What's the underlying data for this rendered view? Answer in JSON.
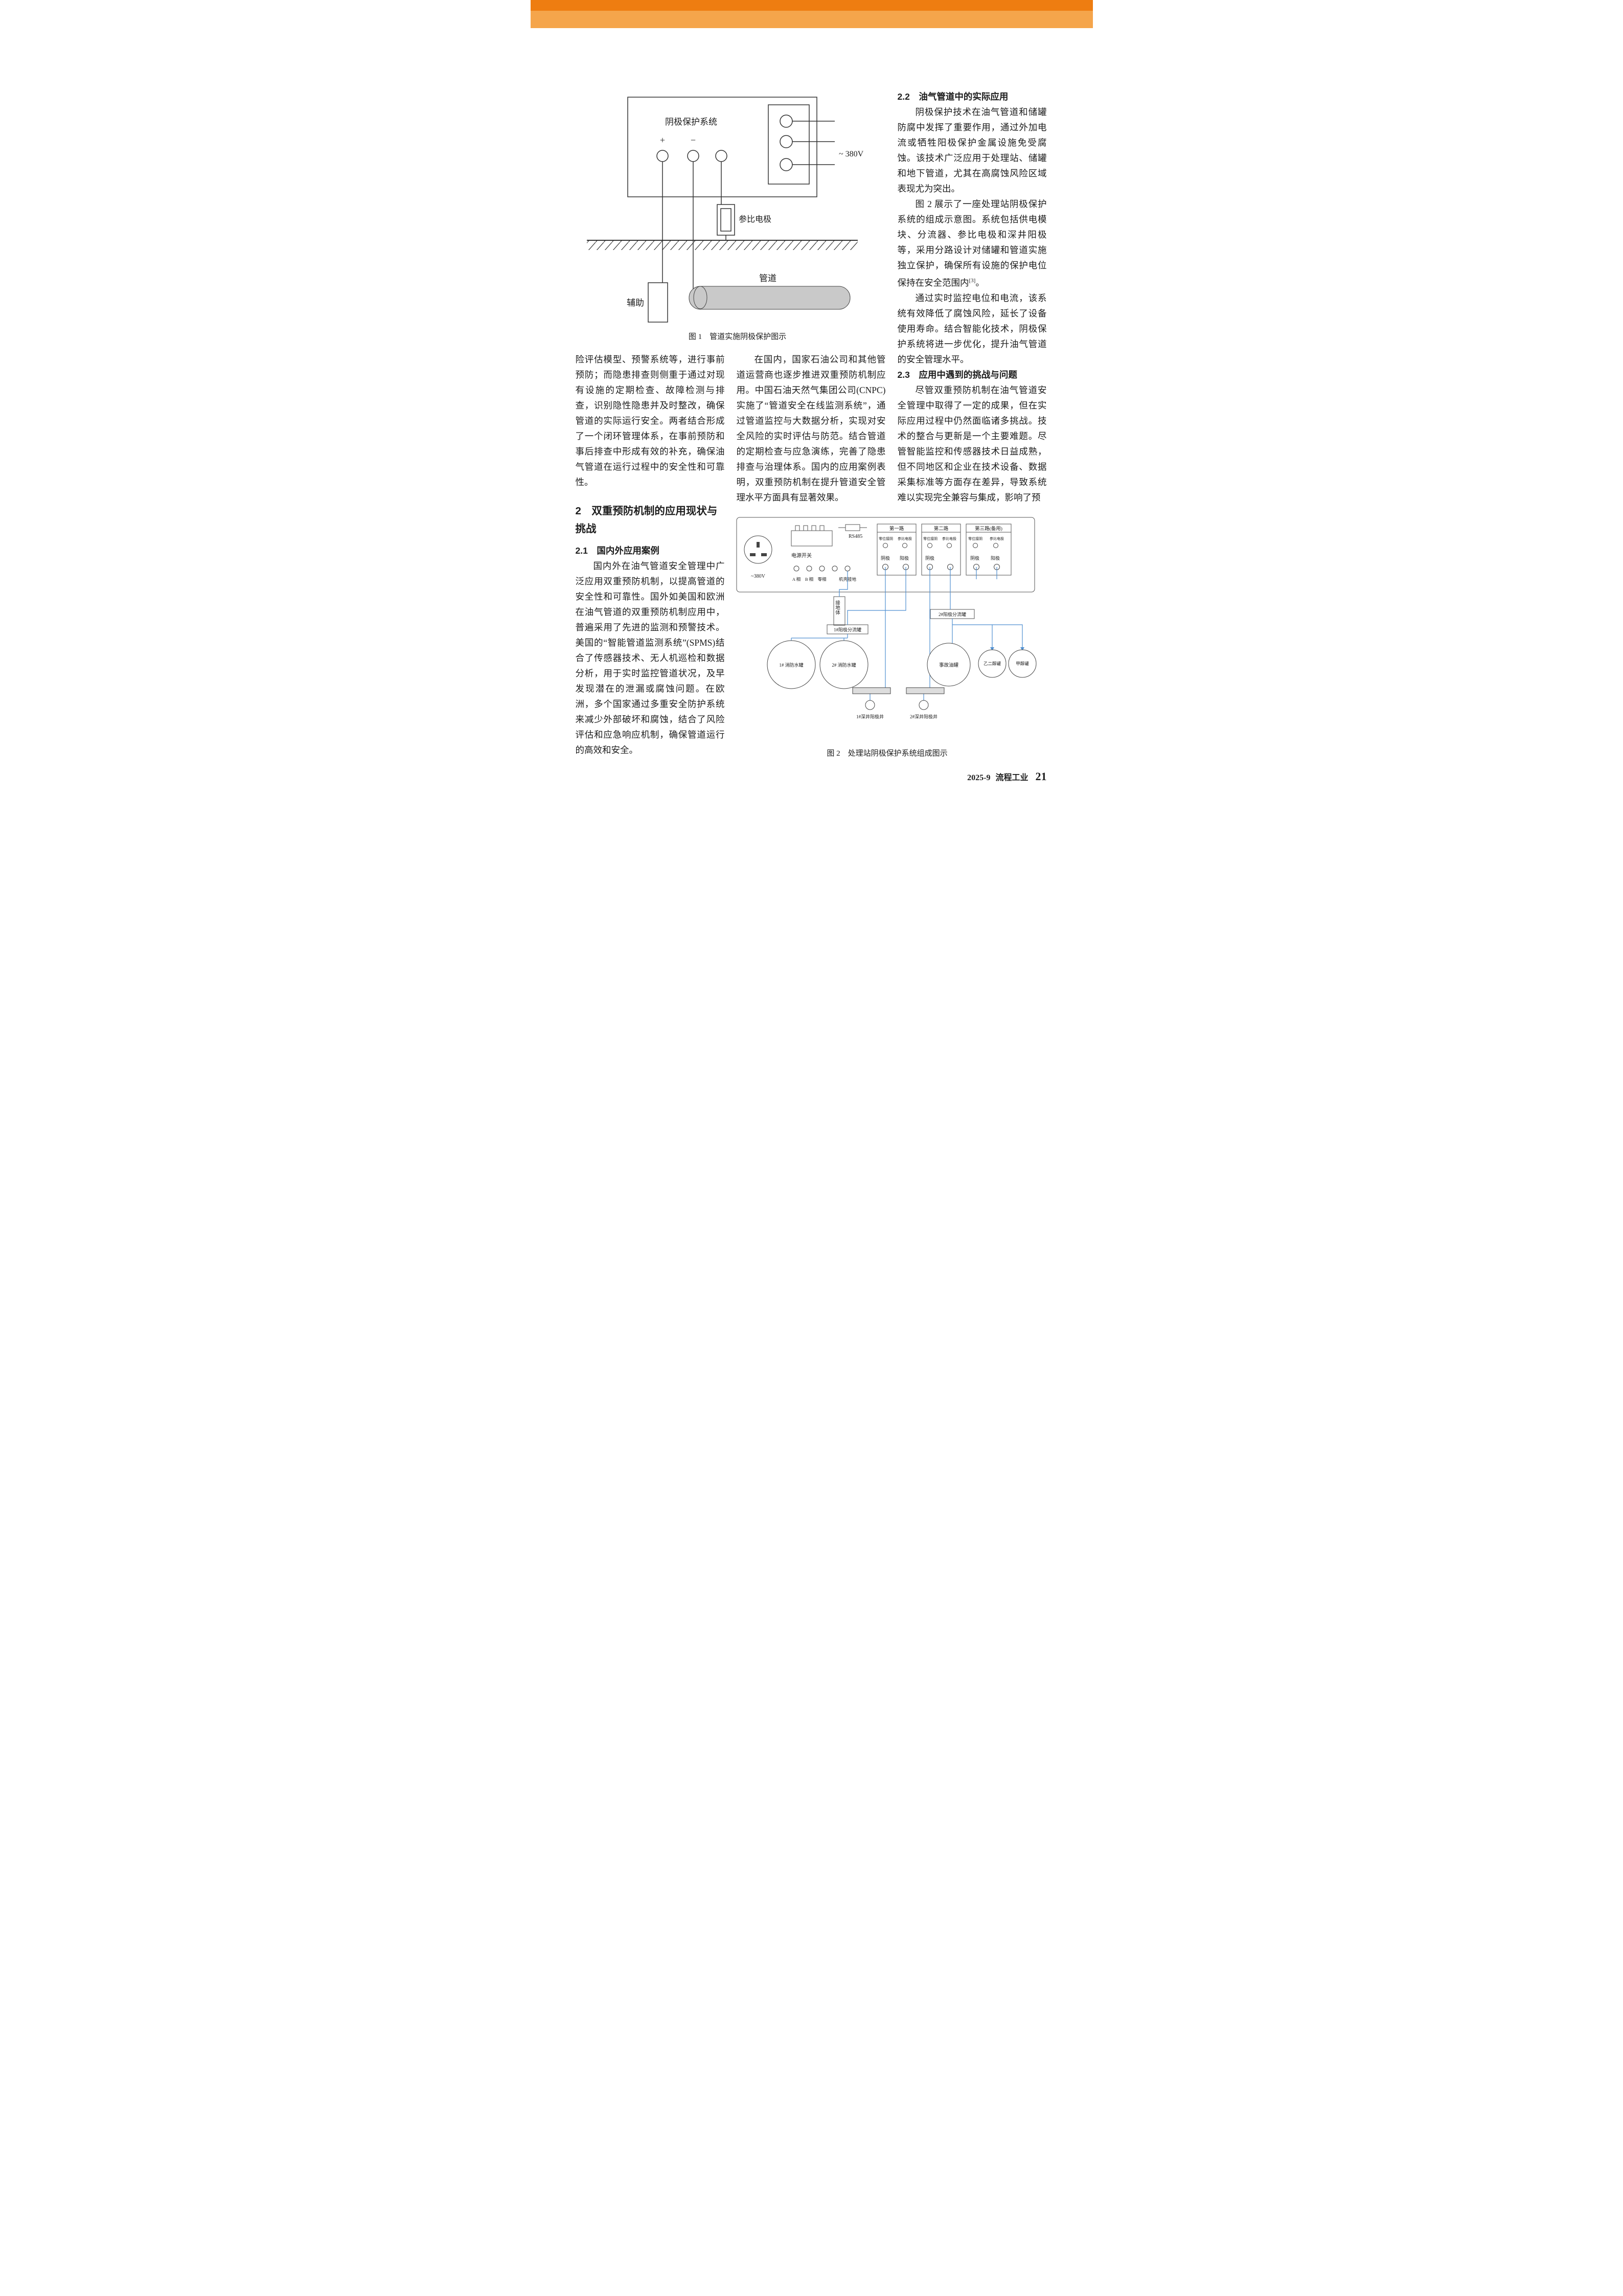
{
  "colors": {
    "header_dark": "#ee7d11",
    "header_light": "#f5a54b",
    "wire_blue": "#4f8fd0",
    "page_background": "#ffffff"
  },
  "columns": {
    "left": {
      "cont_para": "险评估模型、预警系统等，进行事前预防；而隐患排查则侧重于通过对现有设施的定期检查、故障检测与排查，识别隐性隐患并及时整改，确保管道的实际运行安全。两者结合形成了一个闭环管理体系，在事前预防和事后排查中形成有效的补充，确保油气管道在运行过程中的安全性和可靠性。",
      "section2_heading": "2　双重预防机制的应用现状与挑战",
      "section2_1_heading": "2.1　国内外应用案例",
      "para": "国内外在油气管道安全管理中广泛应用双重预防机制，以提高管道的安全性和可靠性。国外如美国和欧洲在油气管道的双重预防机制应用中，普遍采用了先进的监测和预警技术。美国的“智能管道监测系统”(SPMS)结合了传感器技术、无人机巡检和数据分析，用于实时监控管道状况，及早发现潜在的泄漏或腐蚀问题。在欧洲，多个国家通过多重安全防护系统来减少外部破坏和腐蚀，结合了风险评估和应急响应机制，确保管道运行的高效和安全。"
    },
    "middle": {
      "para": "在国内，国家石油公司和其他管道运营商也逐步推进双重预防机制应用。中国石油天然气集团公司(CNPC)实施了“管道安全在线监测系统”，通过管道监控与大数据分析，实现对安全风险的实时评估与防范。结合管道的定期检查与应急演练，完善了隐患排查与治理体系。国内的应用案例表明，双重预防机制在提升管道安全管理水平方面具有显著效果。"
    },
    "right": {
      "section2_2_heading": "2.2　油气管道中的实际应用",
      "para1": "阴极保护技术在油气管道和储罐防腐中发挥了重要作用，通过外加电流或牺牲阳极保护金属设施免受腐蚀。该技术广泛应用于处理站、储罐和地下管道，尤其在高腐蚀风险区域表现尤为突出。",
      "para2_main": "图 2 展示了一座处理站阴极保护系统的组成示意图。系统包括供电模块、分流器、参比电极和深井阳极等，采用分路设计对储罐和管道实施独立保护，确保所有设施的保护电位保持在安全范围内",
      "para2_ref": "[3]",
      "para2_end": "。",
      "para3": "通过实时监控电位和电流，该系统有效降低了腐蚀风险，延长了设备使用寿命。结合智能化技术，阴极保护系统将进一步优化，提升油气管道的安全管理水平。",
      "section2_3_heading": "2.3　应用中遇到的挑战与问题",
      "para4": "尽管双重预防机制在油气管道安全管理中取得了一定的成果，但在实际应用过程中仍然面临诸多挑战。技术的整合与更新是一个主要难题。尽管智能监控和传感器技术日益成熟，但不同地区和企业在技术设备、数据采集标准等方面存在差异，导致系统难以实现完全兼容与集成，影响了预"
    }
  },
  "fig1": {
    "caption": "图 1　管道实施阴极保护图示",
    "labels": {
      "system": "阴极保护系统",
      "plus": "+",
      "minus": "−",
      "voltage": "~ 380V",
      "reference": "参比电极",
      "pipeline": "管道",
      "auxiliary": "辅助"
    }
  },
  "fig2": {
    "caption": "图 2　处理站阴极保护系统组成图示",
    "labels": {
      "rs485": "RS485",
      "power_switch": "电源开关",
      "voltage": "~380V",
      "phase_a": "A 相",
      "phase_b": "B 相",
      "neutral": "零相",
      "chassis_ground": "机壳接地",
      "zero_ref": "零位接阴",
      "ref_electrode": "参比电极",
      "cathode": "阴极",
      "anode": "阳极",
      "ground_body": "接地体",
      "manifold1": "1#阳极分流罐",
      "manifold2": "2#阳极分流罐",
      "tank_fire1": "1# 消防水罐",
      "tank_fire2": "2# 消防水罐",
      "tank_accident": "事故油罐",
      "tank_glycol": "乙二醇罐",
      "tank_methanol": "甲醇罐",
      "well1": "1#深井阳极井",
      "well2": "2#深井阳极井"
    },
    "circuits": [
      {
        "name": "第一路"
      },
      {
        "name": "第二路"
      },
      {
        "name": "第三路(备用)"
      }
    ]
  },
  "footer": {
    "issue": "2025-9",
    "magazine": "流程工业",
    "page_number": "21"
  }
}
